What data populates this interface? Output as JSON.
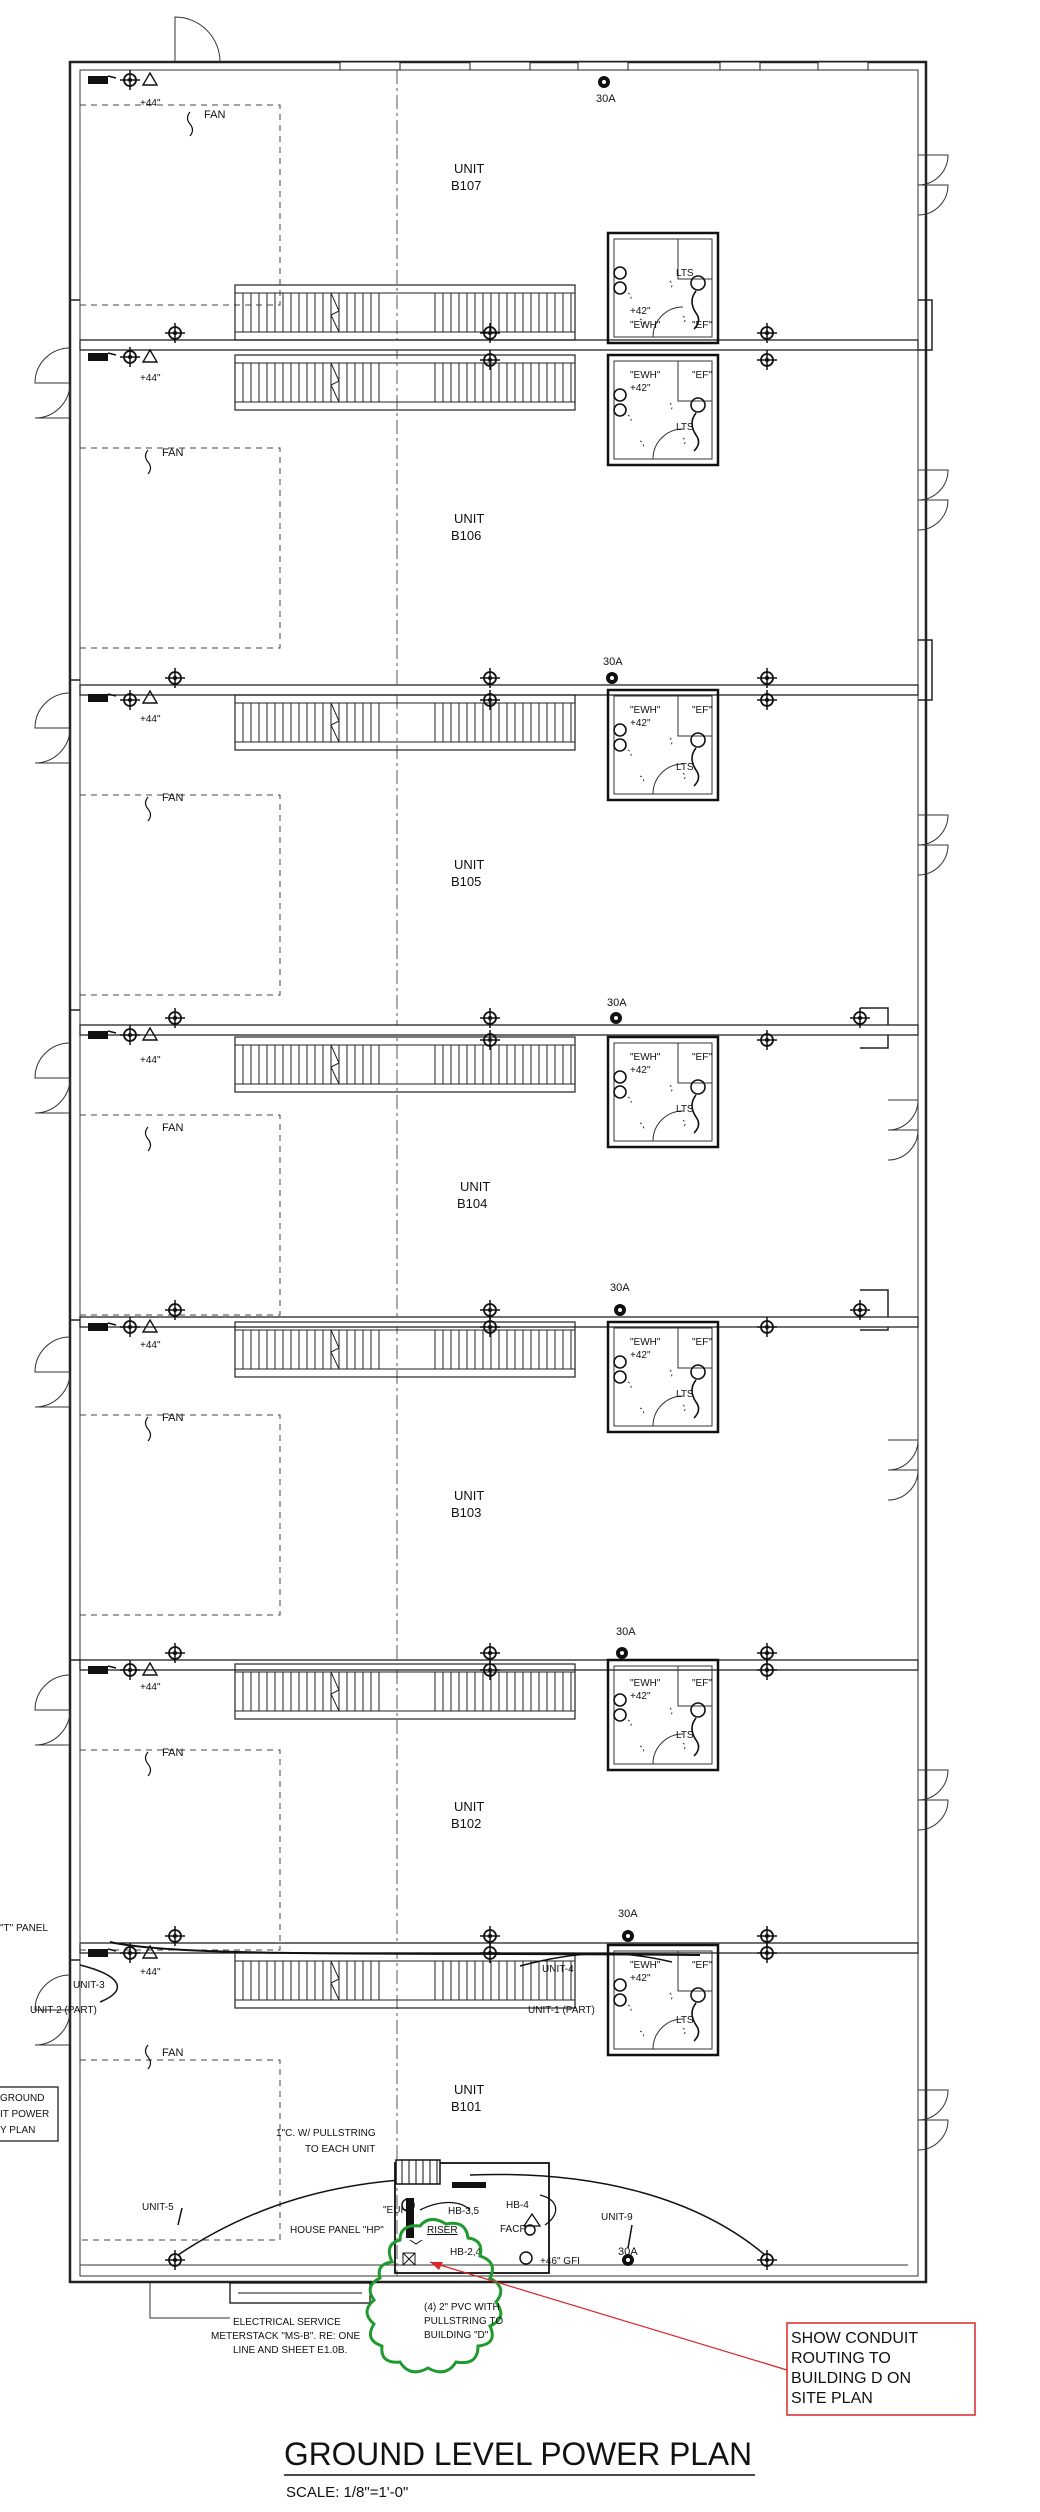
{
  "title": "GROUND LEVEL POWER PLAN",
  "scale": "SCALE: 1/8\"=1'-0\"",
  "units": [
    {
      "line1": "UNIT",
      "line2": "B107"
    },
    {
      "line1": "UNIT",
      "line2": "B106"
    },
    {
      "line1": "UNIT",
      "line2": "B105"
    },
    {
      "line1": "UNIT",
      "line2": "B104"
    },
    {
      "line1": "UNIT",
      "line2": "B103"
    },
    {
      "line1": "UNIT",
      "line2": "B102"
    },
    {
      "line1": "UNIT",
      "line2": "B101"
    }
  ],
  "labels": {
    "breaker_30a": "30A",
    "fan": "FAN",
    "mount_44": "+44\"",
    "mount_42": "+42\"",
    "lts": "LTS",
    "ewh": "\"EWH\"",
    "ef": "\"EF\"",
    "panel_cut": "\"T\" PANEL",
    "unit3": "UNIT-3",
    "unit2": "UNIT-2 (PART)",
    "unit4": "UNIT-4",
    "unit1": "UNIT-1 (PART)",
    "unit5": "UNIT-5",
    "unit9": "UNIT-9",
    "ref_box": [
      "GROUND",
      "IT POWER",
      "Y PLAN"
    ],
    "conduit_note": [
      "1\"C. W/ PULLSTRING",
      "TO EACH UNIT"
    ],
    "euh": "\"EUH\"",
    "hb35": "HB-3,5",
    "hb4": "HB-4",
    "hb24": "HB-2,4",
    "riser": "RISER",
    "facp": "FACP",
    "house_panel": "HOUSE PANEL \"HP\"",
    "gfi": "+46\" GFI",
    "service_note": [
      "ELECTRICAL SERVICE",
      "METERSTACK \"MS-B\".  RE: ONE",
      "LINE AND SHEET E1.0B."
    ],
    "pvc_note": [
      "(4) 2\" PVC WITH",
      "PULLSTRING TO",
      "BUILDING \"D\""
    ]
  },
  "callout": {
    "lines": [
      "SHOW CONDUIT",
      "ROUTING TO",
      "BUILDING D ON",
      "SITE PLAN"
    ],
    "color": "#d9262b"
  },
  "cloud_color": "#1f9a2e"
}
